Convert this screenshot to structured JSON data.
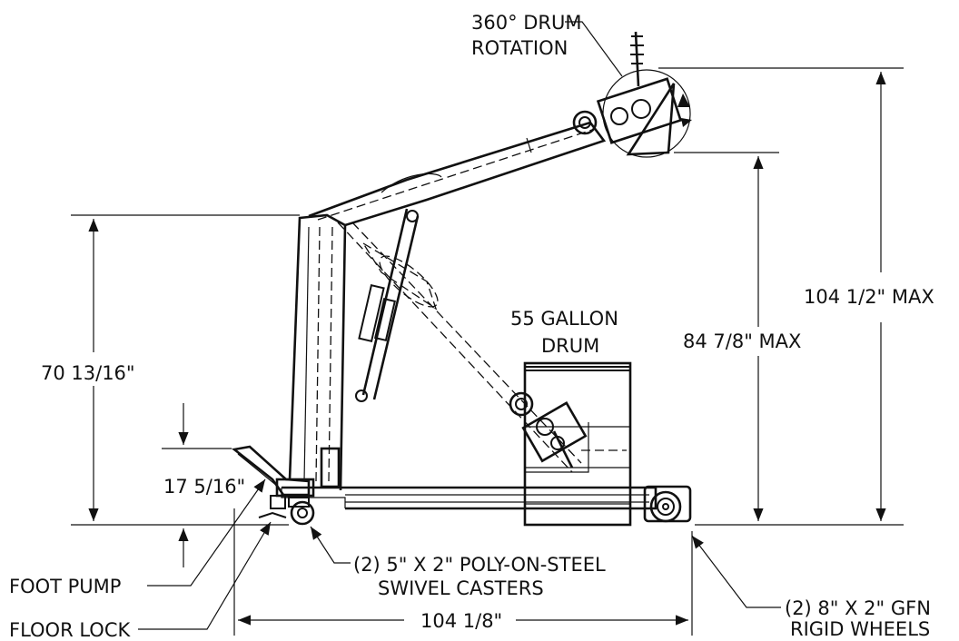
{
  "labels": {
    "drum_rotation_line1": "360° DRUM",
    "drum_rotation_line2": "ROTATION",
    "drum_line1": "55 GALLON",
    "drum_line2": "DRUM",
    "foot_pump": "FOOT PUMP",
    "floor_lock": "FLOOR LOCK",
    "casters_line1": "(2) 5\" X 2\" POLY-ON-STEEL",
    "casters_line2": "SWIVEL CASTERS",
    "wheels_line1": "(2) 8\" X 2\" GFN",
    "wheels_line2": "RIGID WHEELS"
  },
  "dimensions": {
    "overall_height": "104 1/2\" MAX",
    "drum_lift_height": "84 7/8\" MAX",
    "mast_height": "70 13/16\"",
    "pedal_height": "17 5/16\"",
    "overall_length": "104 1/8\""
  },
  "colors": {
    "line": "#111111",
    "background": "#ffffff"
  }
}
